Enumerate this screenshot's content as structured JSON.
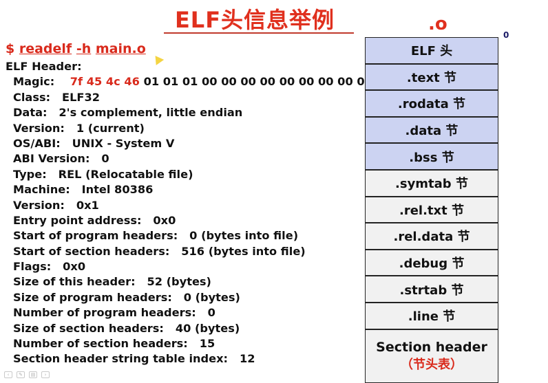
{
  "title": "ELF头信息举例",
  "hand_note": ".o",
  "corner_mark": "0",
  "command": {
    "prompt": "$",
    "program": "readelf",
    "flag": "-h",
    "file": "main.o"
  },
  "header_label": "ELF Header:",
  "magic": {
    "label": "Magic:",
    "red_bytes": "7f 45 4c 46",
    "rest_bytes": "01 01 01 00 00 00 00 00 00 00 00 00"
  },
  "fields": [
    {
      "label": "Class:",
      "value": "ELF32"
    },
    {
      "label": "Data:",
      "value": "2's complement, little endian"
    },
    {
      "label": "Version:",
      "value": "1 (current)"
    },
    {
      "label": "OS/ABI:",
      "value": "UNIX - System V"
    },
    {
      "label": "ABI Version:",
      "value": "0"
    },
    {
      "label": "Type:",
      "value": "REL (Relocatable file)"
    },
    {
      "label": "Machine:",
      "value": "Intel 80386"
    },
    {
      "label": "Version:",
      "value": "0x1"
    },
    {
      "label": "Entry point address:",
      "value": "0x0"
    },
    {
      "label": "Start of program headers:",
      "value": "0 (bytes into file)"
    },
    {
      "label": "Start of section headers:",
      "value": "516 (bytes into file)"
    },
    {
      "label": "Flags:",
      "value": "0x0"
    },
    {
      "label": "Size of this header:",
      "value": "52 (bytes)"
    },
    {
      "label": "Size of program headers:",
      "value": "0 (bytes)"
    },
    {
      "label": "Number of program headers:",
      "value": "0"
    },
    {
      "label": "Size of section headers:",
      "value": "40 (bytes)"
    },
    {
      "label": "Number of section headers:",
      "value": "15"
    },
    {
      "label": "Section header string table index:",
      "value": "12"
    }
  ],
  "sections": [
    {
      "label": "ELF 头",
      "style": "blue"
    },
    {
      "label": ".text 节",
      "style": "blue"
    },
    {
      "label": ".rodata 节",
      "style": "blue"
    },
    {
      "label": ".data 节",
      "style": "blue"
    },
    {
      "label": ".bss 节",
      "style": "blue"
    },
    {
      "label": ".symtab 节",
      "style": "gray"
    },
    {
      "label": ".rel.txt 节",
      "style": "gray"
    },
    {
      "label": ".rel.data 节",
      "style": "gray"
    },
    {
      "label": ".debug 节",
      "style": "gray"
    },
    {
      "label": ".strtab 节",
      "style": "gray"
    },
    {
      "label": ".line 节",
      "style": "gray"
    }
  ],
  "section_header": {
    "label": "Section header",
    "sub": "（节头表）"
  },
  "colors": {
    "accent_red": "#d92a1c",
    "section_blue": "#ccd3f2",
    "section_gray": "#f1f1f1"
  }
}
